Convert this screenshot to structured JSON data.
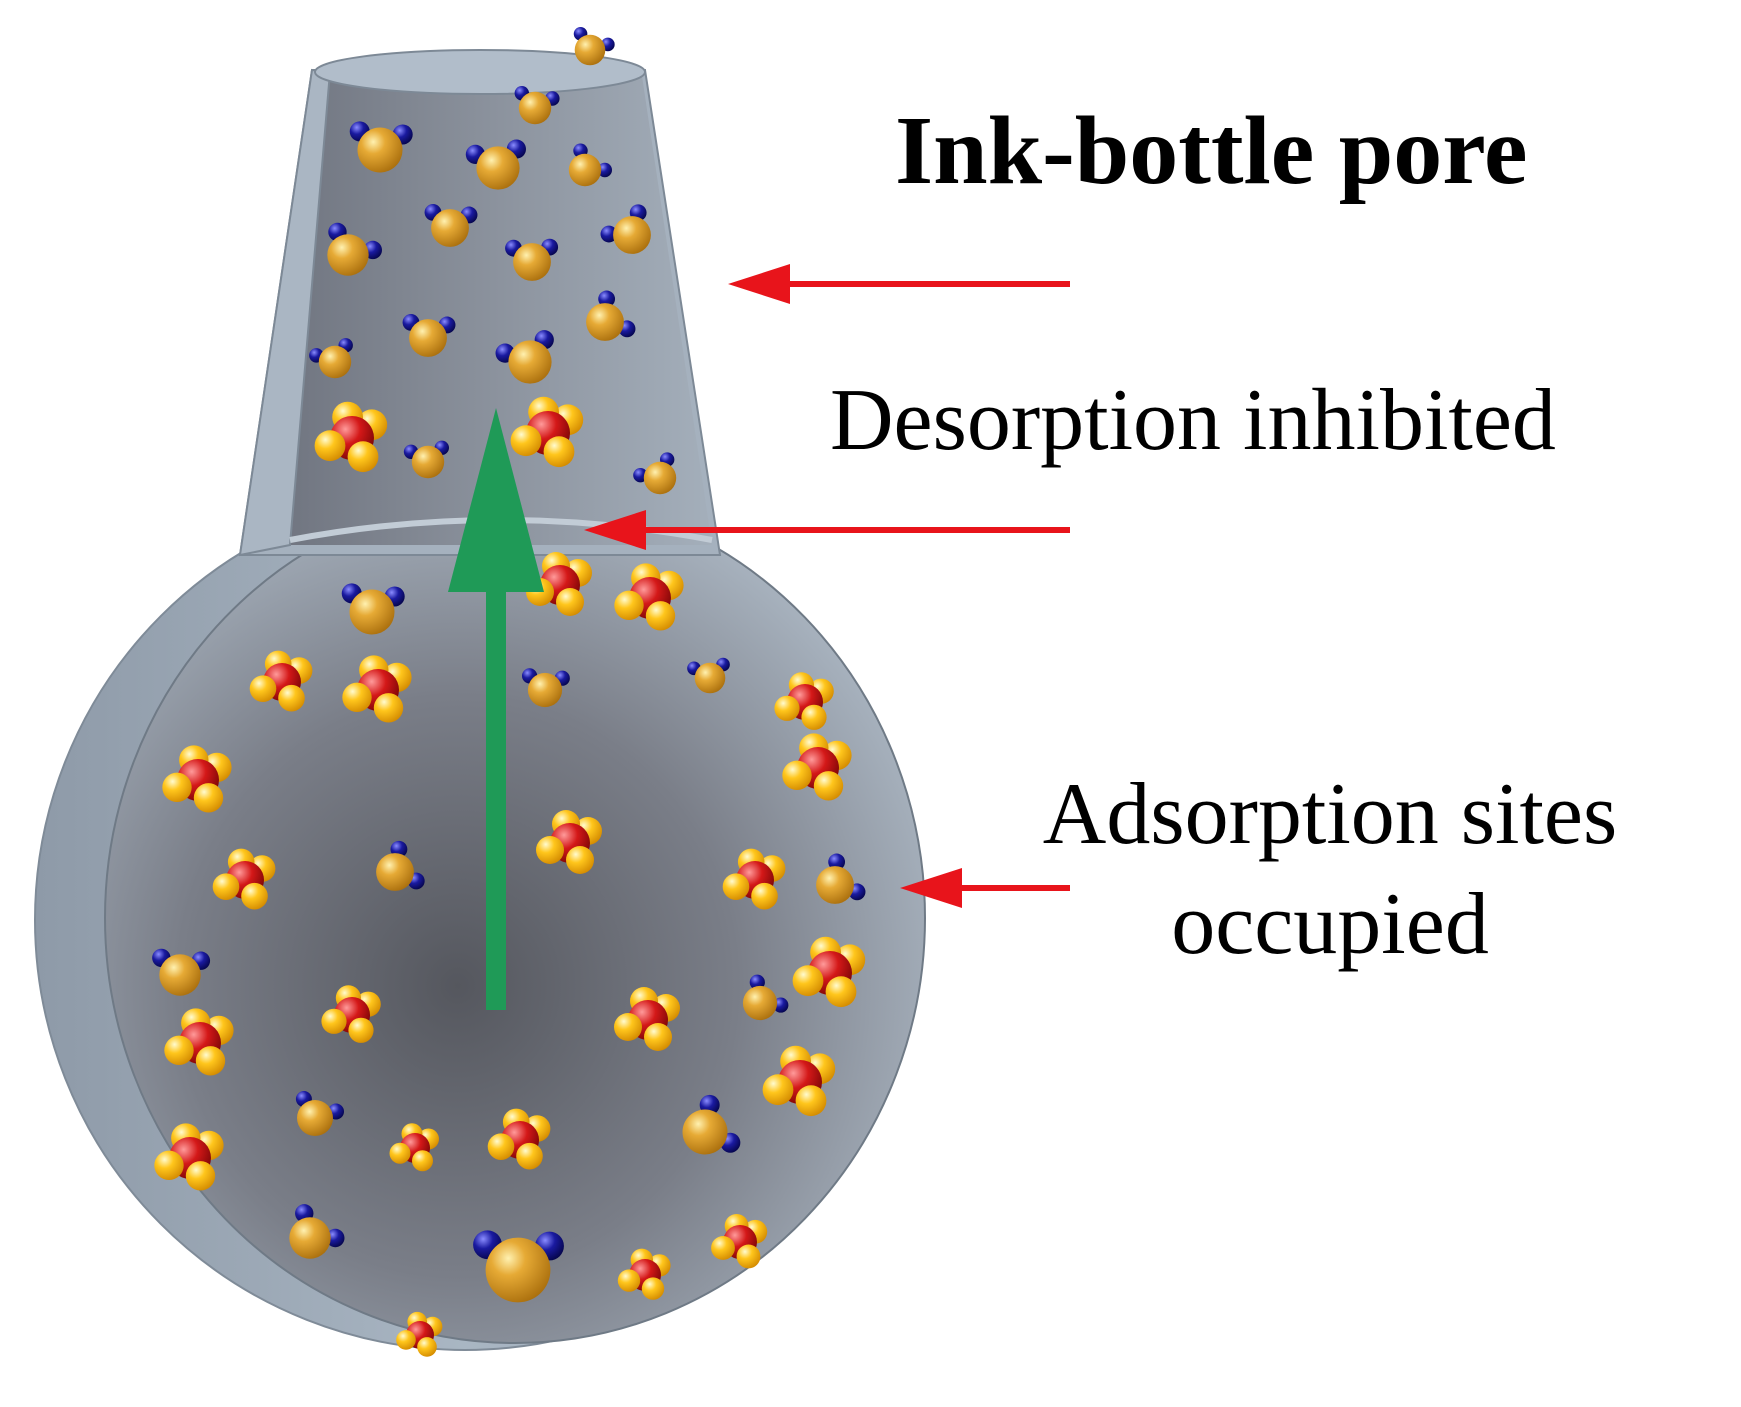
{
  "title": "Ink-bottle pore",
  "labels": {
    "desorption": "Desorption inhibited",
    "adsorption_line1": "Adsorption sites",
    "adsorption_line2": "occupied"
  },
  "colors": {
    "pore_wall": "#a7b4c2",
    "pore_interior_dark": "#5c5e66",
    "pointer_arrow": "#e8141b",
    "flow_arrow": "#1f9a57",
    "water_oxygen": "#d7991f",
    "water_hydrogen": "#10107e",
    "sulfate_center": "#cc1717",
    "sulfate_oxygen": "#ffc21a"
  },
  "icons": {
    "water": "water-molecule-icon",
    "sulfate": "sulfate-ion-icon"
  }
}
